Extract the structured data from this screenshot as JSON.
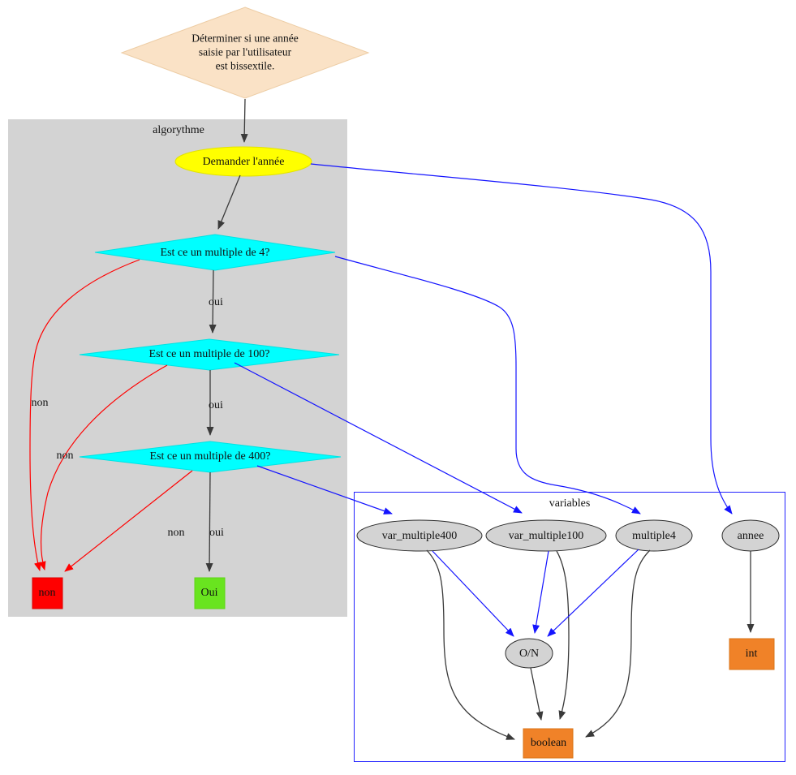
{
  "diagram": {
    "start": {
      "label_lines": [
        "Déterminer si une année",
        "saisie par l'utilisateur",
        "est bissextile."
      ]
    },
    "clusters": {
      "algorythme": {
        "label": "algorythme"
      },
      "variables": {
        "label": "variables"
      }
    },
    "nodes": {
      "demander": {
        "label": "Demander l'année"
      },
      "m4": {
        "label": "Est ce un multiple de 4?"
      },
      "m100": {
        "label": "Est ce un multiple de 100?"
      },
      "m400": {
        "label": "Est ce un multiple de 400?"
      },
      "non": {
        "label": "non"
      },
      "oui": {
        "label": "Oui"
      },
      "var_multiple400": {
        "label": "var_multiple400"
      },
      "var_multiple100": {
        "label": "var_multiple100"
      },
      "multiple4": {
        "label": "multiple4"
      },
      "annee": {
        "label": "annee"
      },
      "on": {
        "label": "O/N"
      },
      "int": {
        "label": "int"
      },
      "boolean": {
        "label": "boolean"
      }
    },
    "edge_labels": {
      "oui1": "oui",
      "oui2": "oui",
      "oui3": "oui",
      "non1": "non",
      "non2": "non",
      "non3": "non"
    },
    "colors": {
      "start_fill": "#fae2c6",
      "process_fill": "#ffff00",
      "decision_fill": "#00ffff",
      "no_fill": "#ff0000",
      "yes_fill": "#69e41f",
      "type_fill": "#f08228",
      "var_fill": "#d3d3d3",
      "cluster_fill": "#d3d3d3",
      "cluster_border": "#2222ff",
      "edge_dark": "#3a3a3a",
      "edge_blue": "#1414ff",
      "edge_red": "#ff0000"
    }
  }
}
